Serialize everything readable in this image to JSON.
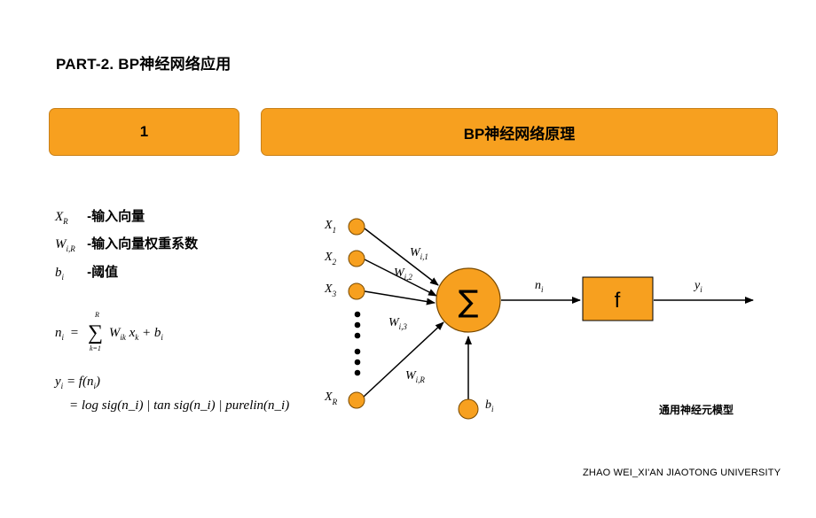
{
  "page": {
    "title": "PART-2. BP神经网络应用",
    "section_number": "1",
    "section_title": "BP神经网络原理",
    "footer": "ZHAO WEI_XI'AN JIAOTONG UNIVERSITY"
  },
  "legend": [
    {
      "symbol": "X",
      "sub": "R",
      "desc": "-输入向量"
    },
    {
      "symbol": "W",
      "sub": "i,R",
      "desc": "-输入向量权重系数"
    },
    {
      "symbol": "b",
      "sub": "i",
      "desc": "-阈值"
    }
  ],
  "formulas": {
    "n_lhs": "n",
    "n_lhs_sub": "i",
    "n_eq": "=",
    "sum_top": "R",
    "sum_bottom": "k=1",
    "n_term_w": "W",
    "n_term_w_sub": "ik",
    "n_term_x": "x",
    "n_term_x_sub": "k",
    "n_plus": "+ b",
    "n_plus_sub": "i",
    "y_line1": "y",
    "y_line1_sub": "i",
    "y_line1_rest": "= f(n",
    "y_line1_rest_sub": "i",
    "y_line1_close": ")",
    "y_line2": "= log sig(n_i) | tan sig(n_i) | purelin(n_i)"
  },
  "diagram": {
    "inputs": [
      {
        "label": "X",
        "sub": "1"
      },
      {
        "label": "X",
        "sub": "2"
      },
      {
        "label": "X",
        "sub": "3"
      },
      {
        "label": "X",
        "sub": "R"
      }
    ],
    "weights": [
      {
        "label": "W",
        "sub": "i,1"
      },
      {
        "label": "W",
        "sub": "i,2"
      },
      {
        "label": "W",
        "sub": "i,3"
      },
      {
        "label": "W",
        "sub": "i,R"
      }
    ],
    "sum_symbol": "∑",
    "net_label": "n",
    "net_sub": "i",
    "transfer_label": "f",
    "output_label": "y",
    "output_sub": "i",
    "bias_label": "b",
    "bias_sub": "i",
    "caption": "通用神经元模型"
  },
  "colors": {
    "accent": "#F7A01F",
    "node_stroke": "#7A4A00",
    "line": "#000000"
  }
}
